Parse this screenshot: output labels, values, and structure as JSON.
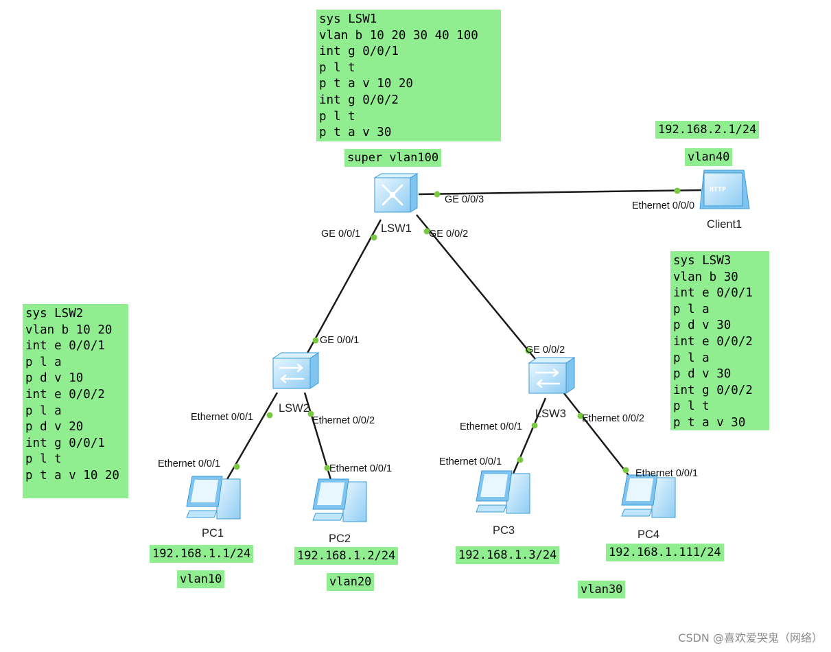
{
  "config_notes": {
    "lsw1": [
      "sys LSW1",
      "vlan b 10 20 30 40 100",
      "int g 0/0/1",
      "p l t",
      "p t a v 10 20",
      "int g 0/0/2",
      "p l t",
      "p t a v 30"
    ],
    "lsw2": [
      "sys LSW2",
      "vlan b 10 20",
      "int e 0/0/1",
      "p l a",
      "p d v 10",
      "int e 0/0/2",
      "p l a",
      "p d v 20",
      "int g 0/0/1",
      "p l t",
      "p t a v 10 20"
    ],
    "lsw3": [
      "sys LSW3",
      "vlan b 30",
      "int e 0/0/1",
      "p l a",
      "p d v 30",
      "int e 0/0/2",
      "p l a",
      "p d v 30",
      "int g 0/0/2",
      "p l t",
      "p t a v 30"
    ]
  },
  "tags": {
    "super_vlan": "super vlan100",
    "client_ip": "192.168.2.1/24",
    "client_vlan": "vlan40",
    "pc1_ip": "192.168.1.1/24",
    "pc1_vlan": "vlan10",
    "pc2_ip": "192.168.1.2/24",
    "pc2_vlan": "vlan20",
    "pc3_ip": "192.168.1.3/24",
    "pc4_ip": "192.168.1.111/24",
    "vlan30": "vlan30"
  },
  "devices": {
    "lsw1": "LSW1",
    "lsw2": "LSW2",
    "lsw3": "LSW3",
    "client1": "Client1",
    "pc1": "PC1",
    "pc2": "PC2",
    "pc3": "PC3",
    "pc4": "PC4"
  },
  "ports": {
    "lsw1_ge003": "GE 0/0/3",
    "client_eth000": "Ethernet 0/0/0",
    "lsw1_ge001": "GE 0/0/1",
    "lsw1_ge002": "GE 0/0/2",
    "lsw2_ge001": "GE 0/0/1",
    "lsw3_ge002": "GE 0/0/2",
    "lsw2_eth001": "Ethernet 0/0/1",
    "lsw2_eth002": "Ethernet 0/0/2",
    "pc1_eth001": "Ethernet 0/0/1",
    "pc2_eth001": "Ethernet 0/0/1",
    "lsw3_eth001": "Ethernet 0/0/1",
    "lsw3_eth002": "Ethernet 0/0/2",
    "pc3_eth001": "Ethernet 0/0/1",
    "pc4_eth001": "Ethernet 0/0/1"
  },
  "colors": {
    "note_bg": "#90ee90",
    "link": "#1a1a1a",
    "port_dot": "#7ac943",
    "device_fill": "#bfe6fb",
    "device_stroke": "#3a9ad9"
  },
  "watermark": "CSDN @喜欢爱哭鬼（网络）"
}
